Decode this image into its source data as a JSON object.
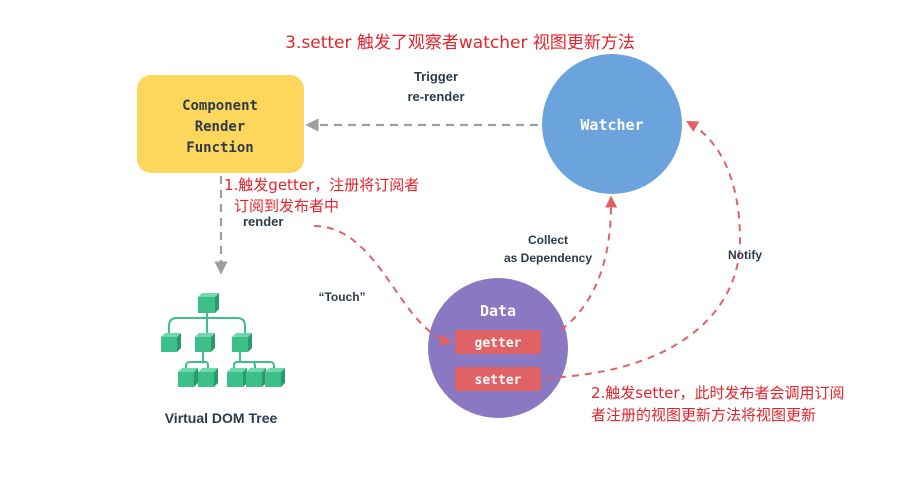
{
  "title": "3.setter 触发了观察者watcher 视图更新方法",
  "component": {
    "line1": "Component",
    "line2": "Render",
    "line3": "Function"
  },
  "watcher": {
    "label": "Watcher"
  },
  "data_node": {
    "label": "Data",
    "getter": "getter",
    "setter": "setter"
  },
  "edges": {
    "trigger_line1": "Trigger",
    "trigger_line2": "re-render",
    "render": "render",
    "touch": "“Touch”",
    "collect_line1": "Collect",
    "collect_line2": "as Dependency",
    "notify": "Notify"
  },
  "vdom": {
    "label": "Virtual DOM Tree"
  },
  "notes": {
    "note1_line1": "1.触发getter，注册将订阅者",
    "note1_line2": "订阅到发布者中",
    "note2_line1": "2.触发setter，此时发布者会调用订阅",
    "note2_line2": "者注册的视图更新方法将视图更新"
  },
  "colors": {
    "component_fill": "#fcd75b",
    "watcher_fill": "#6ba4dc",
    "data_fill": "#8b78c2",
    "pill_fill": "#e06264",
    "tree_green": "#3dbf8a",
    "annotation_red": "#e5232a",
    "arrow_red": "#e06264",
    "arrow_gray": "#9e9e9e",
    "label_dark": "#2d3a4a"
  }
}
